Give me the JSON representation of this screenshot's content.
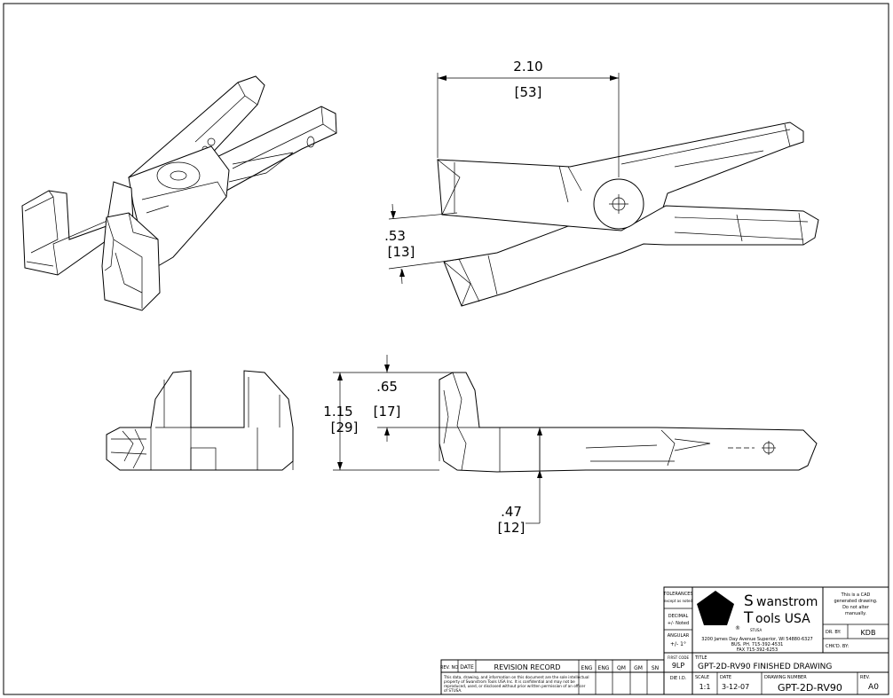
{
  "dimensions": {
    "width_in": "2.10",
    "width_mm": "[53]",
    "offset_in": ".53",
    "offset_mm": "[13]",
    "depth_in": ".65",
    "depth_mm": "[17]",
    "height_in": "1.15",
    "height_mm": "[29]",
    "thick_in": ".47",
    "thick_mm": "[12]"
  },
  "title_block": {
    "tolerances_label": "TOLERANCES",
    "tolerances_sub": "except as noted",
    "decimal_label": "DECIMAL",
    "decimal_value": "+/- Noted",
    "angular_label": "ANGULAR",
    "angular_value": "+/- 1°",
    "company_line1_initial": "S",
    "company_line1_rest": "wanstrom",
    "company_line2_initial": "T",
    "company_line2_rest": "ools USA",
    "company_small": "STUSA",
    "address1": "3200 James Day Avenue Superior, WI 54880-6327",
    "address2": "BUS. PH. 715-392-4531",
    "address3": "FAX 715-392-6253",
    "cad_note1": "This is a CAD",
    "cad_note2": "generated drawing.",
    "cad_note3": "Do not alter",
    "cad_note4": "manually.",
    "dr_by_label": "DR. BY:",
    "dr_by_value": "KDB",
    "chk_by_label": "CHK'D. BY:",
    "first_code_label": "FIRST CODE",
    "first_code_value": "9LP",
    "title_label": "TITLE",
    "title_value": "GPT-2D-RV90 FINISHED DRAWING",
    "die_label": "DIE I.D.",
    "scale_label": "SCALE",
    "scale_value": "1:1",
    "date_label": "DATE",
    "date_value": "3-12-07",
    "drawing_number_label": "DRAWING NUMBER",
    "drawing_number_value": "GPT-2D-RV90",
    "rev_label": "REV.",
    "rev_value": "A0"
  },
  "revision": {
    "rev_no": "REV. NO",
    "date": "DATE",
    "record": "REVISION RECORD",
    "eng1": "ENG",
    "eng2": "ENG",
    "qm": "QM",
    "gm": "GM",
    "sn": "SN",
    "notice1": "This data, drawing, and information on this document are the sole intellectual",
    "notice2": "property of Swanstrom Tools USA Inc. It is confidential and may not be",
    "notice3": "reproduced, used, or disclosed without prior written permission of an officer",
    "notice4": "of STUSA."
  }
}
